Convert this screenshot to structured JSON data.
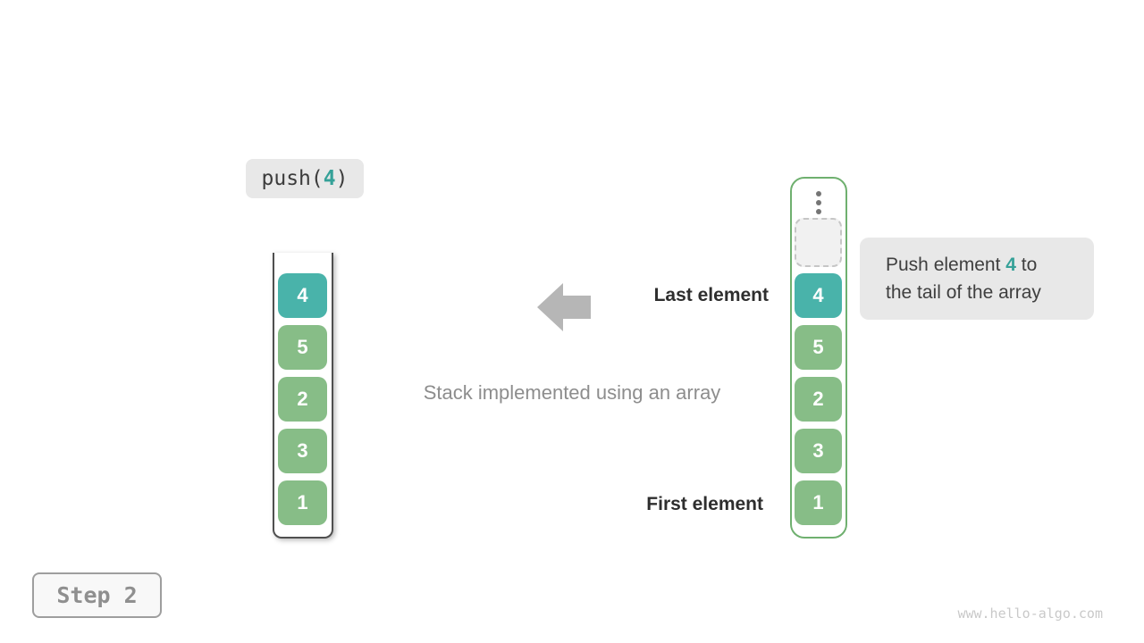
{
  "operation_label": {
    "fn_open": "push(",
    "arg": "4",
    "fn_close": ")"
  },
  "step_badge": {
    "label": "Step 2"
  },
  "footer": {
    "site": "www.hello-algo.com"
  },
  "caption": {
    "text": "Stack implemented using an array"
  },
  "annotations": {
    "last_element": "Last element",
    "first_element": "First element"
  },
  "tooltip": {
    "line1_pre": "Push element ",
    "value": "4",
    "line1_post": " to",
    "line2": "the tail of the array"
  },
  "stack_view": {
    "cells": [
      "4",
      "5",
      "2",
      "3",
      "1"
    ],
    "top_cell_highlighted": "4"
  },
  "array_view": {
    "cells": [
      "4",
      "5",
      "2",
      "3",
      "1"
    ],
    "ellipsis_icon": "vertical-ellipsis",
    "empty_slot": ""
  },
  "icons": {
    "arrow": "left-arrow"
  },
  "colors": {
    "teal_cell": "#49b3aa",
    "teal_accent_text": "#35a198",
    "green_cell": "#87bd87",
    "array_border_green": "#6fb06f",
    "arrow_gray": "#b6b6b6",
    "chip_background": "#e8e8e8",
    "dark_text": "#2e2e2e",
    "muted_caption": "#8d8d8d",
    "step_text": "#8f8f8f",
    "watermark_text": "#c9c9c9"
  }
}
